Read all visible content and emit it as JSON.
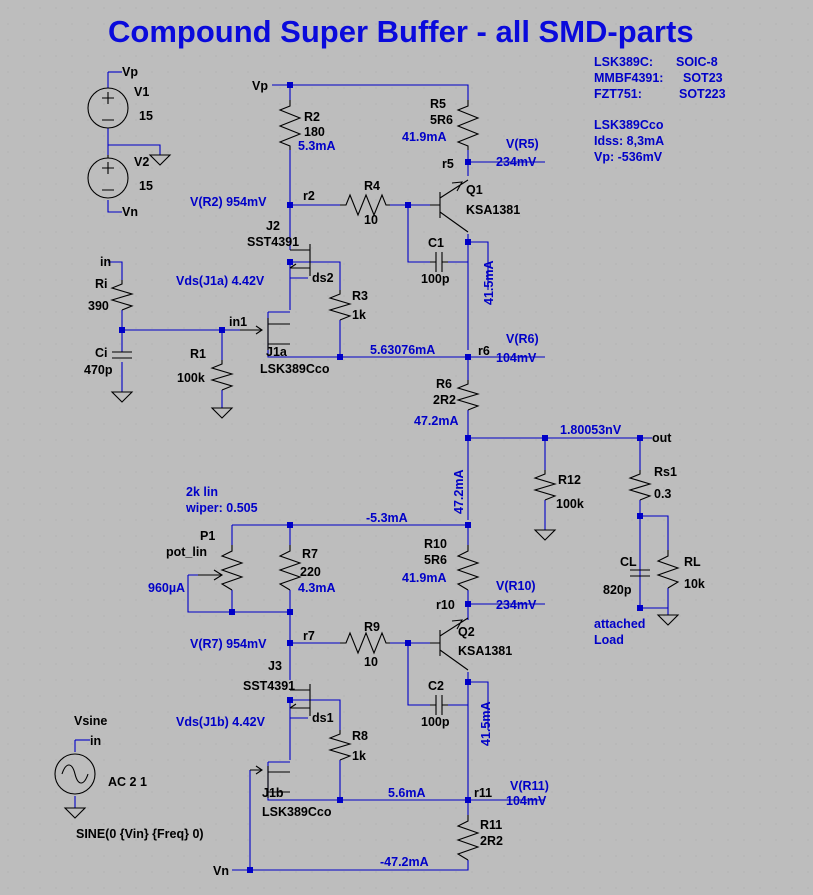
{
  "title": "Compound Super Buffer - all SMD-parts",
  "notes": {
    "pkg_lsk389c": "LSK389C:",
    "pkg_lsk389c_val": "SOIC-8",
    "pkg_mmbf": "MMBF4391:",
    "pkg_mmbf_val": "SOT23",
    "pkg_fzt": "FZT751:",
    "pkg_fzt_val": "SOT223",
    "model": "LSK389Cco",
    "idss": "Idss: 8,3mA",
    "vp": "Vp: -536mV",
    "pot_type": "2k lin",
    "wiper": "wiper: 0.505",
    "load1": "attached",
    "load2": "Load"
  },
  "nets": {
    "vp": "Vp",
    "vn": "Vn",
    "in": "in",
    "out": "out",
    "in1": "in1",
    "r2": "r2",
    "r5": "r5",
    "r6": "r6",
    "r7": "r7",
    "r10": "r10",
    "r11": "r11",
    "ds1": "ds1",
    "ds2": "ds2",
    "vp_v1": "Vp",
    "vn_v2": "Vn",
    "vn_bottom": "Vn",
    "in_vsine": "in"
  },
  "components": {
    "V1": "V1",
    "V1_val": "15",
    "V2": "V2",
    "V2_val": "15",
    "Ri": "Ri",
    "Ri_val": "390",
    "Ci": "Ci",
    "Ci_val": "470p",
    "R1": "R1",
    "R1_val": "100k",
    "R2": "R2",
    "R2_val": "180",
    "R3": "R3",
    "R3_val": "1k",
    "R4": "R4",
    "R4_val": "10",
    "R5": "R5",
    "R5_val": "5R6",
    "R6": "R6",
    "R6_val": "2R2",
    "R7": "R7",
    "R7_val": "220",
    "R8": "R8",
    "R8_val": "1k",
    "R9": "R9",
    "R9_val": "10",
    "R10": "R10",
    "R10_val": "5R6",
    "R11": "R11",
    "R11_val": "2R2",
    "R12": "R12",
    "R12_val": "100k",
    "Rs1": "Rs1",
    "Rs1_val": "0.3",
    "RL": "RL",
    "RL_val": "10k",
    "CL": "CL",
    "CL_val": "820p",
    "C1": "C1",
    "C1_val": "100p",
    "C2": "C2",
    "C2_val": "100p",
    "Q1": "Q1",
    "Q1_val": "KSA1381",
    "Q2": "Q2",
    "Q2_val": "KSA1381",
    "J1a": "J1a",
    "J1a_val": "LSK389Cco",
    "J1b": "J1b",
    "J1b_val": "LSK389Cco",
    "J2": "J2",
    "J2_val": "SST4391",
    "J3": "J3",
    "J3_val": "SST4391",
    "P1": "P1",
    "P1_val": "pot_lin",
    "Vsine": "Vsine",
    "Vsine_ac": "AC 2 1",
    "Vsine_spec": "SINE(0 {Vin} {Freq} 0)"
  },
  "readouts": {
    "i_r2": "5.3mA",
    "i_r5": "41.9mA",
    "i_q1": "41.5mA",
    "i_r3": "5.63076mA",
    "i_r6": "47.2mA",
    "i_mid": "47.2mA",
    "i_p1": "-5.3mA",
    "i_r10": "41.9mA",
    "i_r7": "4.3mA",
    "i_wiper": "960µA",
    "i_q2": "41.5mA",
    "i_r8": "5.6mA",
    "i_vn": "-47.2mA",
    "v_r2": "V(R2) 954mV",
    "v_r5_label": "V(R5)",
    "v_r5": "234mV",
    "v_ds_j1a": "Vds(J1a) 4.42V",
    "v_r6_label": "V(R6)",
    "v_r6": "104mV",
    "v_out": "1.80053nV",
    "v_r10_label": "V(R10)",
    "v_r10": "234mV",
    "v_r7": "V(R7) 954mV",
    "v_ds_j1b": "Vds(J1b) 4.42V",
    "v_r11_label": "V(R11)",
    "v_r11": "104mV"
  }
}
